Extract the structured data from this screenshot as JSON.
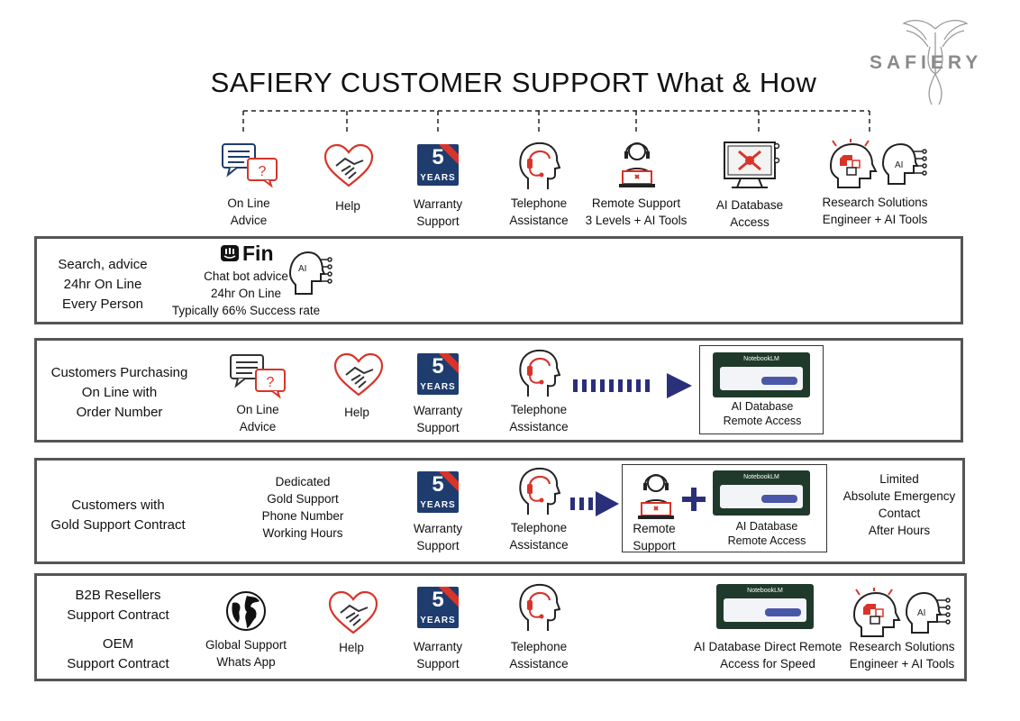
{
  "title": "SAFIERY CUSTOMER SUPPORT What & How",
  "logo": {
    "text": "SAFIERY"
  },
  "colors": {
    "accent_red": "#d8342a",
    "navy": "#1f3c6e",
    "arrow_navy": "#2a2f7a",
    "border": "#555555"
  },
  "top_services": [
    {
      "icon": "chat-bubbles-icon",
      "lines": [
        "On Line",
        "Advice"
      ]
    },
    {
      "icon": "heart-handshake-icon",
      "lines": [
        "Help"
      ]
    },
    {
      "icon": "warranty-badge-icon",
      "lines": [
        "Warranty",
        "Support"
      ]
    },
    {
      "icon": "headset-head-icon",
      "lines": [
        "Telephone",
        "Assistance"
      ]
    },
    {
      "icon": "remote-agent-icon",
      "lines": [
        "Remote Support",
        "3 Levels + AI Tools"
      ]
    },
    {
      "icon": "ai-database-monitor-icon",
      "lines": [
        "AI Database",
        "Access"
      ]
    },
    {
      "icon": "research-ai-icon",
      "lines": [
        "Research Solutions",
        "Engineer + AI Tools"
      ]
    }
  ],
  "warranty_badge": {
    "number": "5",
    "unit": "YEARS"
  },
  "notebook_label": "NotebookLM",
  "rows": [
    {
      "label": [
        "Search, advice",
        "24hr On Line",
        "Every Person"
      ],
      "fin_brand": "Fin",
      "fin_lines": [
        "Chat bot advice",
        "24hr On Line",
        "Typically 66% Success rate"
      ],
      "ai_badge": "AI"
    },
    {
      "label": [
        "Customers Purchasing",
        "On Line with",
        "Order Number"
      ],
      "items": [
        {
          "lines": [
            "On Line",
            "Advice"
          ]
        },
        {
          "lines": [
            "Help"
          ]
        },
        {
          "lines": [
            "Warranty",
            "Support"
          ]
        },
        {
          "lines": [
            "Telephone",
            "Assistance"
          ]
        }
      ],
      "target": [
        "AI Database",
        "Remote Access"
      ]
    },
    {
      "label": [
        "Customers with",
        "Gold Support Contract"
      ],
      "dedicated": [
        "Dedicated",
        "Gold Support",
        "Phone Number",
        "Working Hours"
      ],
      "items": [
        {
          "lines": [
            "Warranty",
            "Support"
          ]
        },
        {
          "lines": [
            "Telephone",
            "Assistance"
          ]
        }
      ],
      "remote": [
        "Remote",
        "Support"
      ],
      "target": [
        "AI Database",
        "Remote Access"
      ],
      "emergency": [
        "Limited",
        "Absolute Emergency",
        "Contact",
        "After Hours"
      ]
    },
    {
      "label1": [
        "B2B Resellers",
        "Support Contract"
      ],
      "label2": [
        "OEM",
        "Support Contract"
      ],
      "items": [
        {
          "lines": [
            "Global Support",
            "Whats App"
          ]
        },
        {
          "lines": [
            "Help"
          ]
        },
        {
          "lines": [
            "Warranty",
            "Support"
          ]
        },
        {
          "lines": [
            "Telephone",
            "Assistance"
          ]
        },
        {
          "lines": [
            "AI Database Direct Remote",
            "Access for Speed"
          ]
        },
        {
          "lines": [
            "Research Solutions",
            "Engineer + AI Tools"
          ]
        }
      ],
      "ai_badge": "AI"
    }
  ]
}
